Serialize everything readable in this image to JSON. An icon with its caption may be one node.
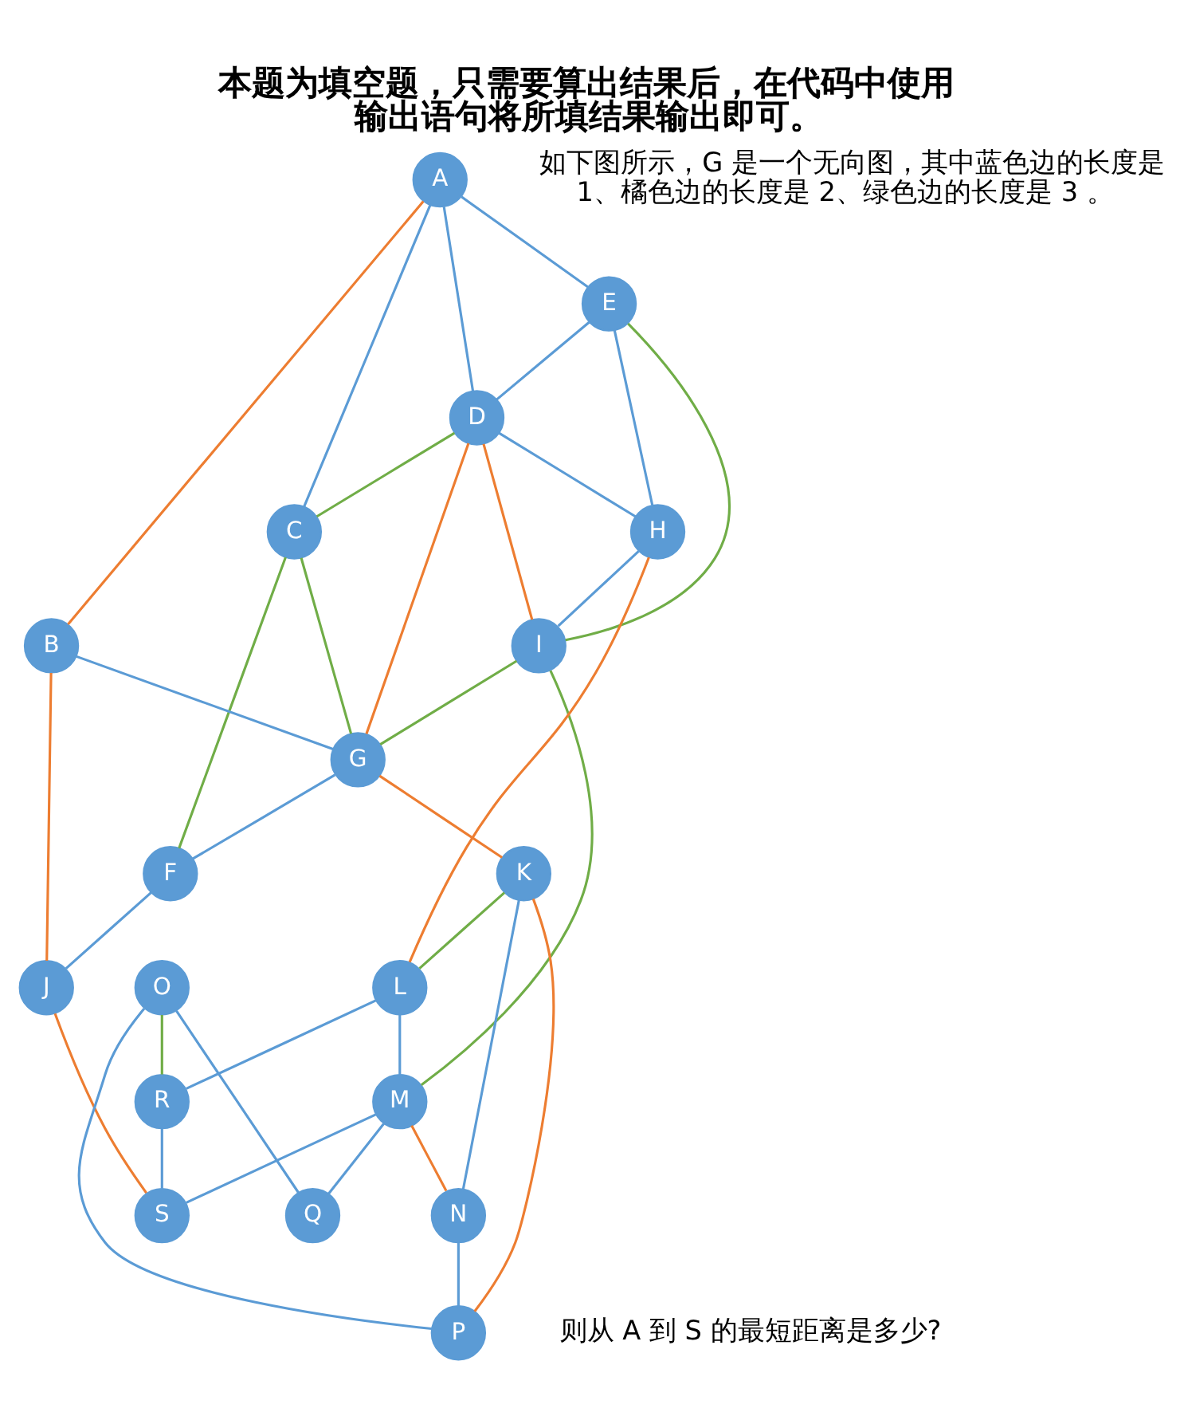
{
  "diagram": {
    "title": "本题为填空题，只需要算出结果后，在代码中使用输出语句将所填结果输出即可。",
    "caption": "则从 A 到 S 的最短距离是多少?",
    "nodes": [
      {
        "text": [
          "A"
        ]
      },
      {
        "text": [
          "E"
        ]
      },
      {
        "text": [
          "D"
        ]
      },
      {
        "text": [
          "I"
        ]
      },
      {
        "text": [
          "C"
        ]
      },
      {
        "text": [
          "H"
        ]
      },
      {
        "text": [
          "G"
        ]
      },
      {
        "text": [
          "B"
        ]
      },
      {
        "text": [
          "M"
        ]
      },
      {
        "text": [
          "F"
        ]
      },
      {
        "text": [
          "L"
        ]
      },
      {
        "text": [
          "K"
        ]
      },
      {
        "text": [
          "S"
        ]
      },
      {
        "text": [
          "Q"
        ]
      },
      {
        "text": [
          "J"
        ]
      },
      {
        "text": [
          "O"
        ]
      },
      {
        "text": [
          "R"
        ]
      },
      {
        "text": [
          "N"
        ]
      },
      {
        "text": [
          "P"
        ]
      }
    ],
    "edges": [
      {
        "from": 0,
        "to": 1,
        "arrow": "none"
      },
      {
        "from": 0,
        "to": 2,
        "arrow": "none"
      },
      {
        "from": 0,
        "to": 4,
        "arrow": "none"
      },
      {
        "from": 0,
        "to": 7,
        "arrow": "none",
        "color": "#ed7d31"
      },
      {
        "from": 1,
        "to": 2,
        "arrow": "none"
      },
      {
        "from": 1,
        "to": 5,
        "arrow": "none"
      },
      {
        "from": 1,
        "to": 3,
        "arrow": "none",
        "color": "#70ad47"
      },
      {
        "from": 2,
        "to": 3,
        "arrow": "none",
        "color": "#ed7d31"
      },
      {
        "from": 2,
        "to": 5,
        "arrow": "none"
      },
      {
        "from": 2,
        "to": 4,
        "arrow": "none",
        "color": "#70ad47"
      },
      {
        "from": 2,
        "to": 6,
        "arrow": "none",
        "color": "#ed7d31"
      },
      {
        "from": 5,
        "to": 3,
        "arrow": "none"
      },
      {
        "from": 5,
        "to": 10,
        "arrow": "none",
        "color": "#ed7d31"
      },
      {
        "from": 4,
        "to": 6,
        "arrow": "none",
        "color": "#70ad47"
      },
      {
        "from": 4,
        "to": 9,
        "arrow": "none",
        "color": "#70ad47"
      },
      {
        "from": 3,
        "to": 6,
        "arrow": "none",
        "color": "#70ad47"
      },
      {
        "from": 3,
        "to": 8,
        "arrow": "none",
        "color": "#70ad47"
      },
      {
        "from": 7,
        "to": 6,
        "arrow": "none"
      },
      {
        "from": 7,
        "to": 14,
        "arrow": "none",
        "color": "#ed7d31"
      },
      {
        "from": 6,
        "to": 9,
        "arrow": "none"
      },
      {
        "from": 6,
        "to": 11,
        "arrow": "none",
        "color": "#ed7d31"
      },
      {
        "from": 9,
        "to": 14,
        "arrow": "none"
      },
      {
        "from": 11,
        "to": 10,
        "arrow": "none",
        "color": "#70ad47"
      },
      {
        "from": 11,
        "to": 17,
        "arrow": "none"
      },
      {
        "from": 11,
        "to": 18,
        "arrow": "none",
        "color": "#ed7d31"
      },
      {
        "from": 10,
        "to": 8,
        "arrow": "none"
      },
      {
        "from": 10,
        "to": 16,
        "arrow": "none"
      },
      {
        "from": 8,
        "to": 17,
        "arrow": "none",
        "color": "#ed7d31"
      },
      {
        "from": 8,
        "to": 13,
        "arrow": "none"
      },
      {
        "from": 8,
        "to": 12,
        "arrow": "none"
      },
      {
        "from": 14,
        "to": 12,
        "arrow": "none",
        "color": "#ed7d31"
      },
      {
        "from": 15,
        "to": 13,
        "arrow": "none"
      },
      {
        "from": 15,
        "to": 16,
        "arrow": "none",
        "color": "#70ad47"
      },
      {
        "from": 15,
        "to": 18,
        "arrow": "none"
      },
      {
        "from": 17,
        "to": 18,
        "arrow": "none"
      },
      {
        "from": 16,
        "to": 12,
        "arrow": "none"
      }
    ],
    "labels": [
      "如下图所示，G 是一个无向图，其中蓝色边的长度是 1、橘色边的长度是 2、绿色边的长度是 3 。"
    ]
  }
}
